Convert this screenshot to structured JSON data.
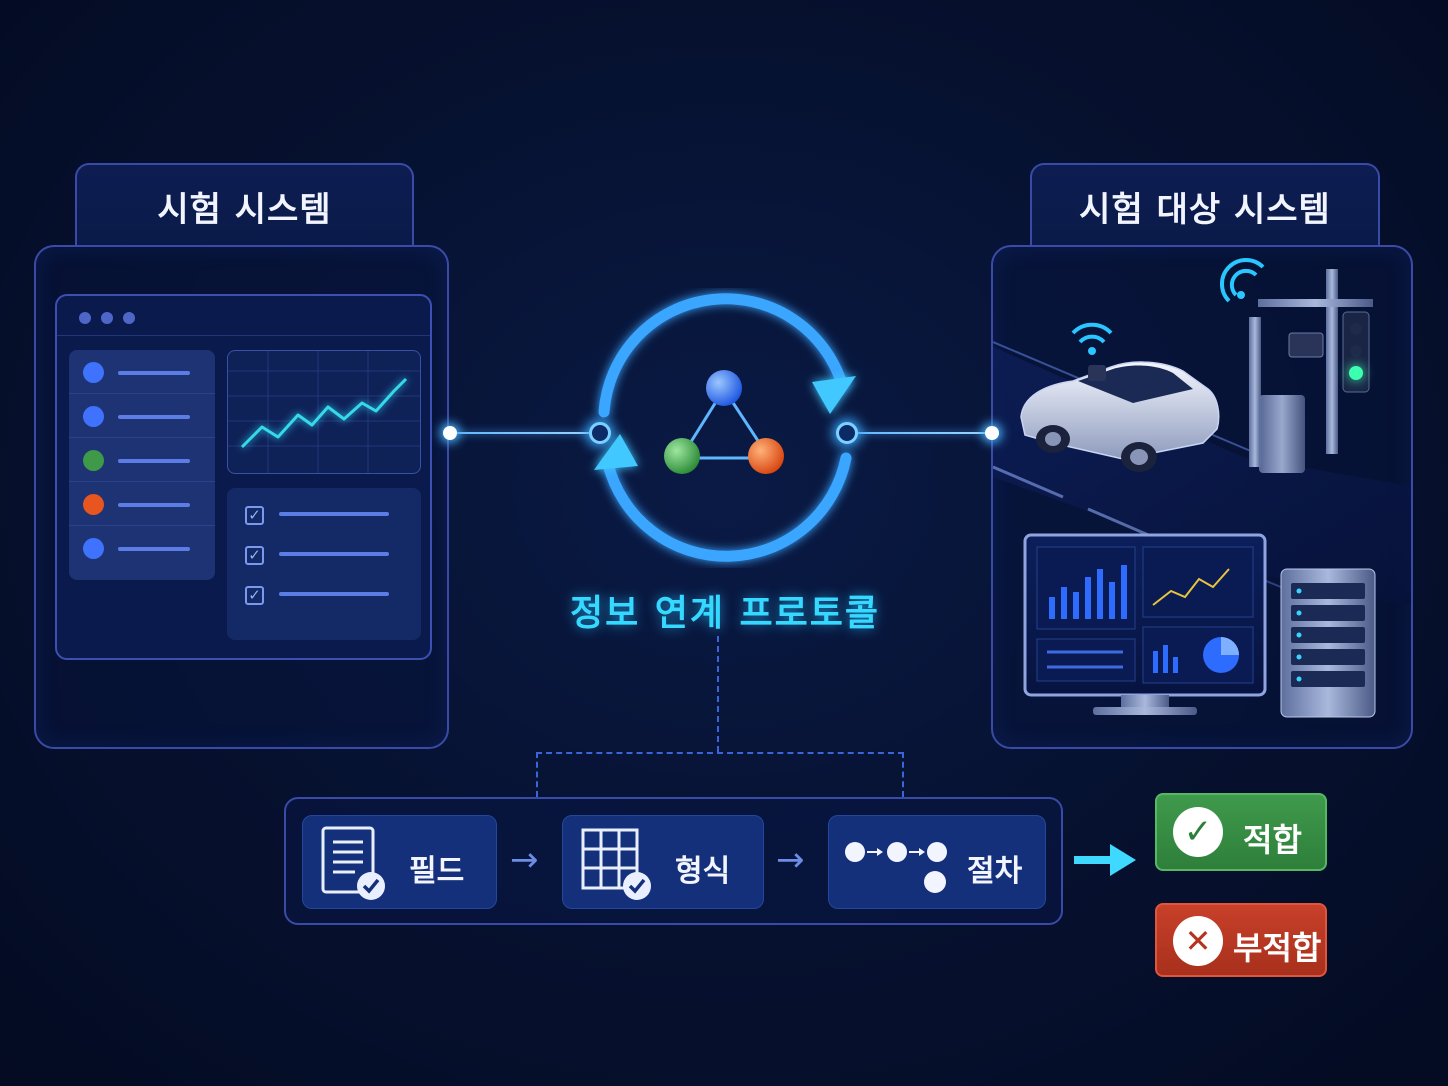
{
  "left_section": {
    "title": "시험 시스템",
    "list_colors": [
      "#3f73ff",
      "#3f73ff",
      "#3e9a48",
      "#e8551f",
      "#3f73ff"
    ],
    "check_mark": "✓"
  },
  "right_section": {
    "title": "시험 대상 시스템"
  },
  "center": {
    "protocol_label": "정보 연계 프로토콜",
    "node_colors": [
      "#2f7bff",
      "#3fae4a",
      "#f05a1e"
    ]
  },
  "pipeline": {
    "steps": [
      {
        "label": "필드",
        "icon": "document-check-icon"
      },
      {
        "label": "형식",
        "icon": "grid-check-icon"
      },
      {
        "label": "절차",
        "icon": "sequence-flow-icon"
      }
    ],
    "arrow_glyph": "→"
  },
  "results": {
    "pass_label": "적합",
    "pass_glyph": "✓",
    "pass_color": "#2e7f3a",
    "fail_label": "부적합",
    "fail_glyph": "✕",
    "fail_color": "#b5341f"
  }
}
